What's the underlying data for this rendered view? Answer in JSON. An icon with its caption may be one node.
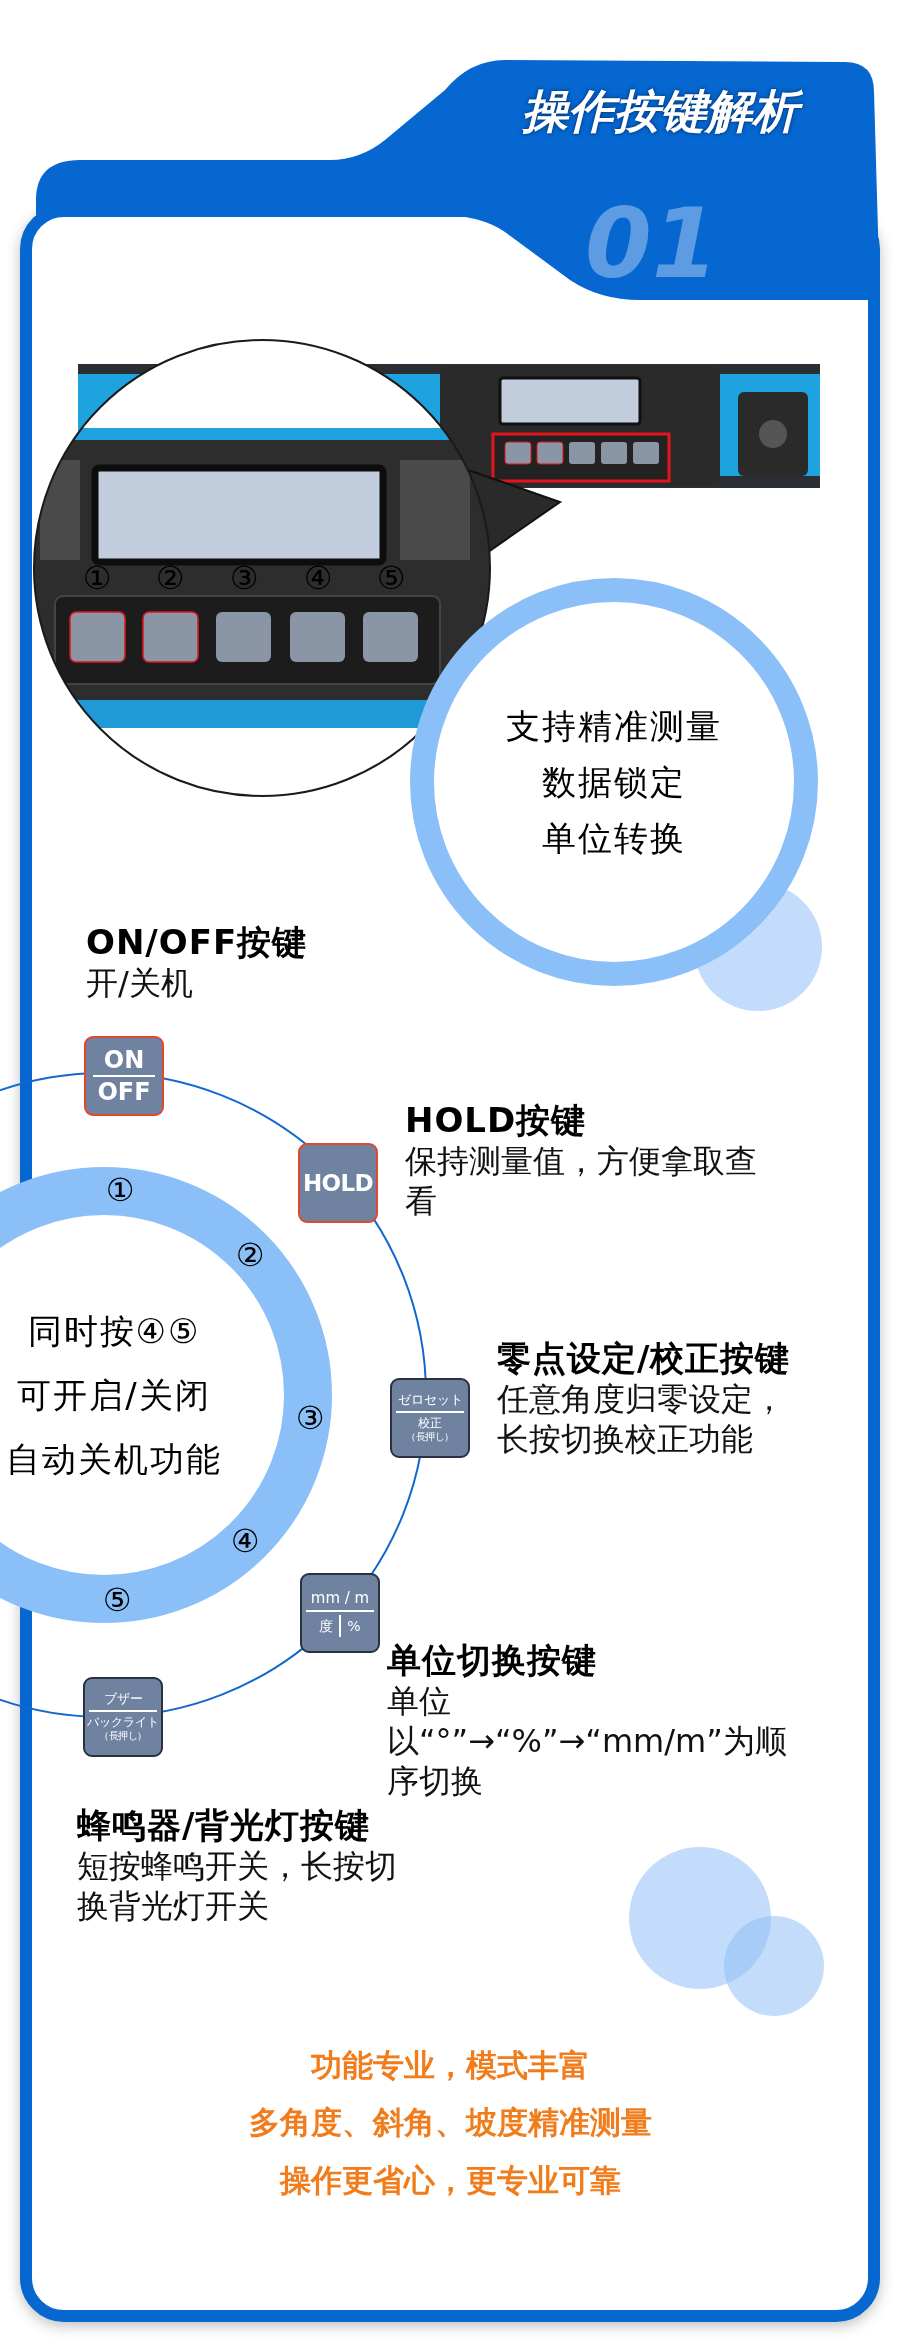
{
  "diagram": {
    "title": "操作按键解析",
    "nodes": [
      {
        "text": [
          "支持精准测量",
          "数据锁定",
          "单位转换"
        ]
      },
      {
        "text": [
          "ON",
          "OFF"
        ],
        "beside": [
          "ON/OFF按键",
          "开/关机"
        ]
      },
      {
        "text": [
          "HOLD"
        ],
        "beside": [
          "HOLD按键",
          "保持测量值，方便拿取查看"
        ]
      },
      {
        "text": [
          "ゼロセット",
          "校正",
          "（長押し）"
        ],
        "beside": [
          "零点设定/校正按键",
          "任意角度归零设定，长按切换校正功能"
        ]
      },
      {
        "text": [
          "mm / m",
          "度",
          "%"
        ],
        "beside": [
          "单位切换按键",
          "单位以“°”→“%”→“mm/m”为顺序切换"
        ]
      },
      {
        "text": [
          "ブザー",
          "バックライト",
          "（長押し）"
        ],
        "beside": [
          "蜂鸣器/背光灯按键",
          "短按蜂鸣开关，长按切换背光灯开关"
        ]
      },
      {
        "text": [
          "同时按④⑤",
          "可开启/关闭",
          "自动关机功能"
        ]
      }
    ],
    "labels": [
      "01",
      "①",
      "②",
      "③",
      "④",
      "⑤",
      "①",
      "②",
      "③",
      "④",
      "⑤",
      "功能专业，模式丰富",
      "多角度、斜角、坡度精准测量",
      "操作更省心，更专业可靠"
    ]
  }
}
